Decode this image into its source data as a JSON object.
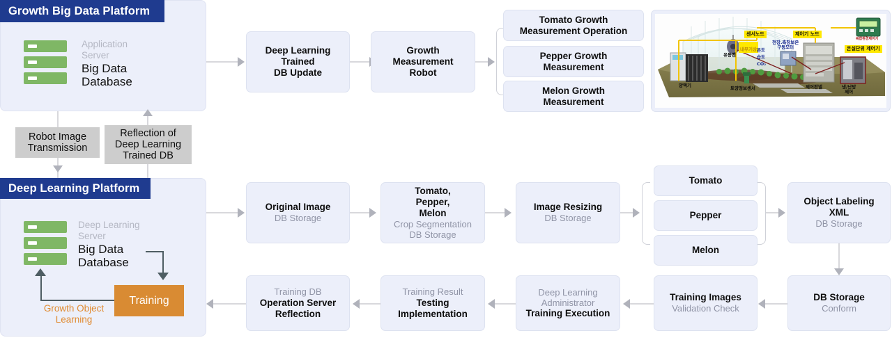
{
  "platforms": {
    "growth": {
      "title": "Growth Big Data Platform",
      "server_role": "Application\nServer",
      "server_name": "Big Data\nDatabase",
      "server_icon": "server-rack-icon"
    },
    "deep_learning": {
      "title": "Deep Learning Platform",
      "server_role": "Deep Learning\nServer",
      "server_name": "Big Data\nDatabase",
      "server_icon": "server-rack-icon",
      "training_label": "Training",
      "loop_label": "Growth Object\nLearning"
    }
  },
  "notes": {
    "robot_image_transmission": "Robot Image\nTransmission",
    "reflection_trained_db": "Reflection of\nDeep Learning\nTrained DB"
  },
  "growth_flow": [
    {
      "bold": "Deep Learning\nTrained\nDB Update",
      "light": ""
    },
    {
      "bold": "Growth\nMeasurement\nRobot",
      "light": ""
    }
  ],
  "measurement_group": [
    {
      "bold": "Tomato Growth\nMeasurement Operation",
      "light": ""
    },
    {
      "bold": "Pepper Growth\nMeasurement",
      "light": ""
    },
    {
      "bold": "Melon Growth\nMeasurement",
      "light": ""
    }
  ],
  "dl_flow_row1": [
    {
      "bold": "Original Image",
      "light": "DB Storage"
    },
    {
      "bold": "Tomato,\nPepper,\nMelon",
      "light": "Crop Segmentation\nDB Storage"
    },
    {
      "bold": "Image Resizing",
      "light": "DB Storage"
    }
  ],
  "crop_group": [
    {
      "bold": "Tomato"
    },
    {
      "bold": "Pepper"
    },
    {
      "bold": "Melon"
    }
  ],
  "object_labeling": {
    "bold": "Object Labeling\nXML",
    "light": "DB Storage"
  },
  "db_storage_conform": {
    "bold": "DB Storage",
    "light": "Conform"
  },
  "dl_flow_row2": [
    {
      "light": "Training DB",
      "bold": "Operation Server\nReflection"
    },
    {
      "light": "Training Result",
      "bold": "Testing\nImplementation"
    },
    {
      "light": "Deep Learning\nAdministrator",
      "bold": "Training Execution"
    },
    {
      "bold": "Training Images",
      "light": "Validation Check"
    }
  ],
  "greenhouse": {
    "caption": "smart-greenhouse-sensor-control-diagram",
    "labels": {
      "sensor_node": "센서노드",
      "controller_node": "제어기 노드",
      "greenhouse_controller": "온실단위 제어기",
      "device_caption": "복합환경제어기",
      "internal_weather": "내부기상",
      "temperature": "온도",
      "humidity": "습도",
      "co2": "CO₂",
      "ceiling_motor": "천장.측창보온\n구동모터",
      "circulation_fan": "유동팬",
      "nutrient_supply": "양액기",
      "soil_sensor": "토양정보센서",
      "control_panel": "제어판넬",
      "hvac_control": "냉/난방\n제어"
    }
  },
  "colors": {
    "header_navy": "#1f3b8f",
    "panel_fill": "#eceffa",
    "box_fill": "#eceffa",
    "note_grey": "#cdcdcd",
    "server_green": "#7fb765",
    "training_orange": "#d98b33",
    "loop_dark": "#4e5d63",
    "light_text": "#9094a6",
    "connector": "#d8d8dc"
  }
}
